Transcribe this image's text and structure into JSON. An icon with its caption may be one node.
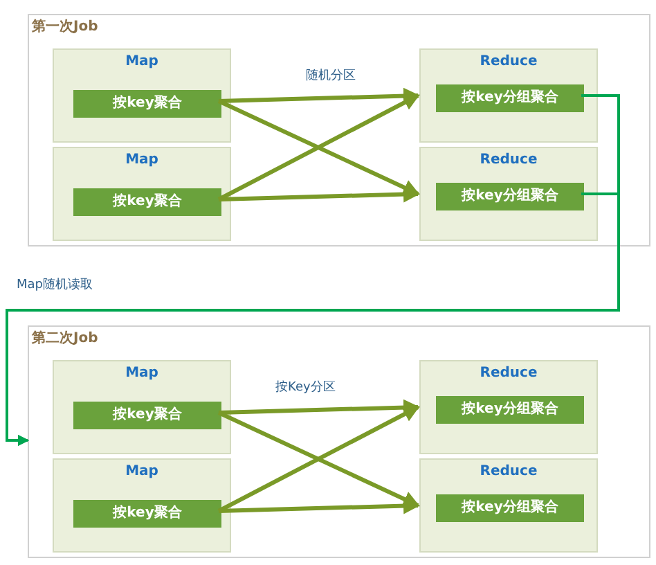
{
  "diagram": {
    "nodes": [
      {
        "text": [
          "第一次Job"
        ]
      },
      {
        "text": [
          "Map"
        ],
        "in": 0
      },
      {
        "text": [
          "按key聚合"
        ],
        "in": 1
      },
      {
        "text": [
          "Map"
        ],
        "in": 0
      },
      {
        "text": [
          "按key聚合"
        ],
        "in": 3
      },
      {
        "text": [
          "Reduce"
        ],
        "in": 0
      },
      {
        "text": [
          "按key分组聚合"
        ],
        "in": 5
      },
      {
        "text": [
          "Reduce"
        ],
        "in": 0
      },
      {
        "text": [
          "按key分组聚合"
        ],
        "in": 7
      },
      {
        "text": [
          "第二次Job"
        ]
      },
      {
        "text": [
          "Map"
        ],
        "in": 9
      },
      {
        "text": [
          "按key聚合"
        ],
        "in": 10
      },
      {
        "text": [
          "Map"
        ],
        "in": 9
      },
      {
        "text": [
          "按key聚合"
        ],
        "in": 12
      },
      {
        "text": [
          "Reduce"
        ],
        "in": 9
      },
      {
        "text": [
          "按key分组聚合"
        ],
        "in": 14
      },
      {
        "text": [
          "Reduce"
        ],
        "in": 9
      },
      {
        "text": [
          "按key分组聚合"
        ],
        "in": 16
      }
    ],
    "edges": [
      {
        "from": 2,
        "to": 5,
        "arrow": "to"
      },
      {
        "from": 2,
        "to": 7,
        "arrow": "to"
      },
      {
        "from": 4,
        "to": 5,
        "arrow": "to"
      },
      {
        "from": 4,
        "to": 7,
        "arrow": "to"
      },
      {
        "from": 6,
        "to": 9,
        "arrow": "to",
        "color": "#00a651"
      },
      {
        "from": 8,
        "to": 9,
        "arrow": "to",
        "color": "#00a651"
      },
      {
        "from": 11,
        "to": 14,
        "arrow": "to"
      },
      {
        "from": 11,
        "to": 16,
        "arrow": "to"
      },
      {
        "from": 13,
        "to": 14,
        "arrow": "to"
      },
      {
        "from": 13,
        "to": 16,
        "arrow": "to"
      }
    ],
    "labels": [
      "随机分区",
      "Map随机读取",
      "按Key分区"
    ]
  }
}
